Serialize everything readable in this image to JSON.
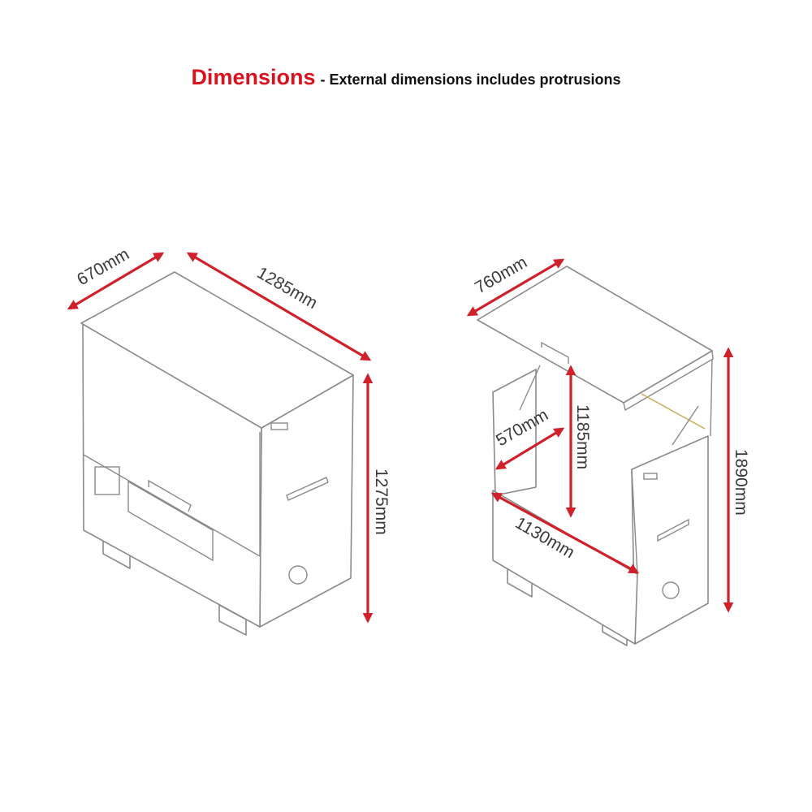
{
  "header": {
    "title": "Dimensions",
    "subtitle": "- External dimensions includes protrusions",
    "title_color": "#d9121f"
  },
  "diagram": {
    "arrow_color": "#d0202a",
    "closed_box": {
      "depth": "670mm",
      "width": "1285mm",
      "height": "1275mm"
    },
    "open_box": {
      "lid_depth": "760mm",
      "opening_height": "1185mm",
      "opening_depth": "570mm",
      "opening_width": "1130mm",
      "overall_height": "1890mm"
    }
  }
}
